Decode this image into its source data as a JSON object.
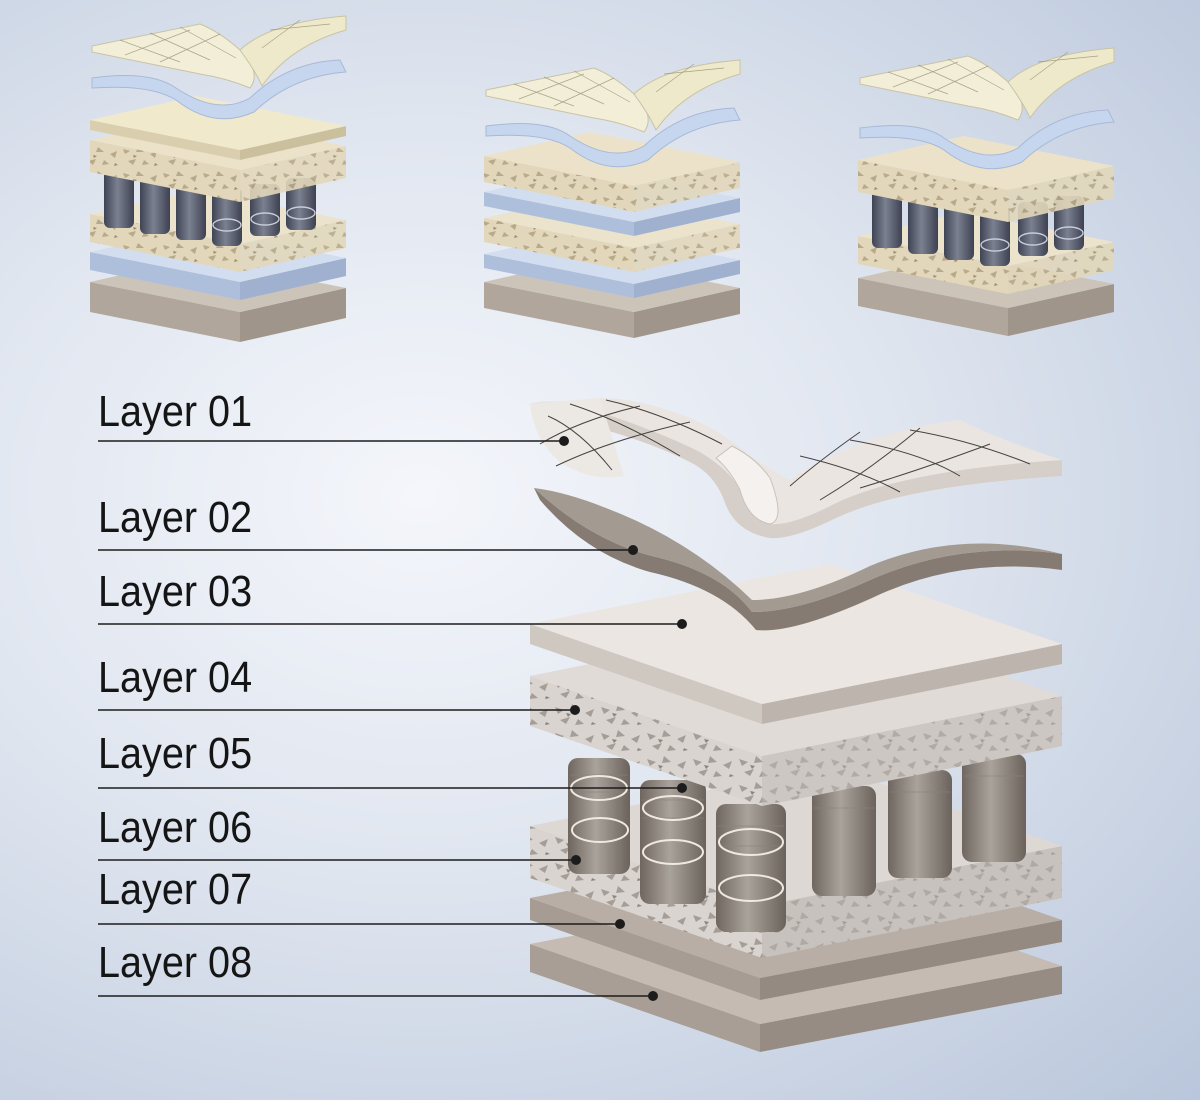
{
  "labels": [
    "Layer 01",
    "Layer 02",
    "Layer 03",
    "Layer 04",
    "Layer 05",
    "Layer 06",
    "Layer 07",
    "Layer 08"
  ],
  "colors": {
    "quilt_small": "#f0ecd6",
    "quilt_large": "#ebe7e3",
    "foam_blue": "#c9d8ee",
    "pad_cream": "#efe6c8",
    "fiber_tan": "#e4dac0",
    "fiber_grey": "#d9d4cf",
    "spring": "#5e6372",
    "spring_large": "#8f8880",
    "base_grey": "#b7ada3",
    "base_large": "#a69b92",
    "leader_line": "#1c1c1c"
  },
  "variants": [
    {
      "layers": [
        "quilt",
        "foam",
        "pad",
        "fiber",
        "springs",
        "fiber",
        "foam",
        "base"
      ]
    },
    {
      "layers": [
        "quilt",
        "foam",
        "fiber",
        "foam",
        "fiber",
        "foam",
        "base"
      ]
    },
    {
      "layers": [
        "quilt",
        "foam",
        "fiber",
        "springs",
        "fiber",
        "base"
      ]
    }
  ]
}
